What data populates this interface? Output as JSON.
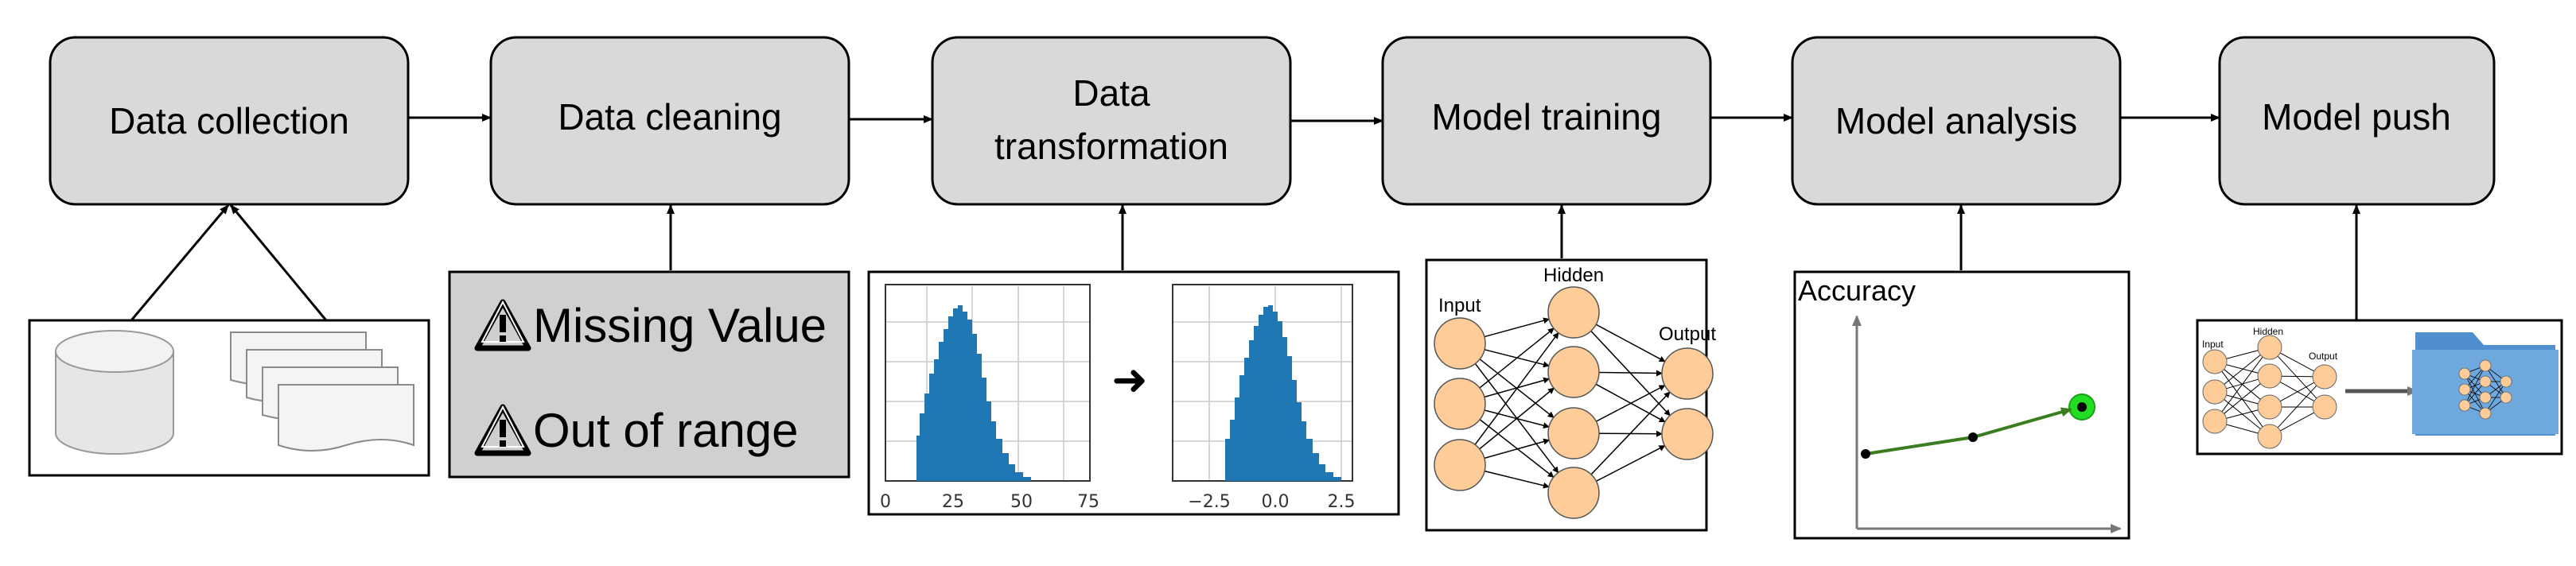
{
  "stages": [
    {
      "id": "collection",
      "label_lines": [
        "Data collection"
      ]
    },
    {
      "id": "cleaning",
      "label_lines": [
        "Data cleaning"
      ]
    },
    {
      "id": "transformation",
      "label_lines": [
        "Data",
        "transformation"
      ]
    },
    {
      "id": "training",
      "label_lines": [
        "Model training"
      ]
    },
    {
      "id": "analysis",
      "label_lines": [
        "Model analysis"
      ]
    },
    {
      "id": "push",
      "label_lines": [
        "Model push"
      ]
    }
  ],
  "cleaning_panel": {
    "warnings": [
      "Missing Value",
      "Out of range"
    ],
    "icon": "warning-triangle-icon"
  },
  "transformation_panel": {
    "left_ticks": [
      "0",
      "25",
      "50",
      "75"
    ],
    "right_ticks": [
      "−2.5",
      "0.0",
      "2.5"
    ],
    "arrow": "➜",
    "bar_color": "#1f77b4"
  },
  "training_panel": {
    "layers": [
      "Input",
      "Hidden",
      "Output"
    ],
    "node_color": "#fdcc99"
  },
  "analysis_panel": {
    "axis_label": "Accuracy",
    "line_color": "#3a7d1e",
    "highlight_color": "#22dd22"
  },
  "push_panel": {
    "layers": [
      "Input",
      "Hidden",
      "Output"
    ],
    "folder_color": "#6fa8dc"
  },
  "colors": {
    "box_fill": "#d9d9d9",
    "warning_panel_fill": "#d0d0d0"
  }
}
